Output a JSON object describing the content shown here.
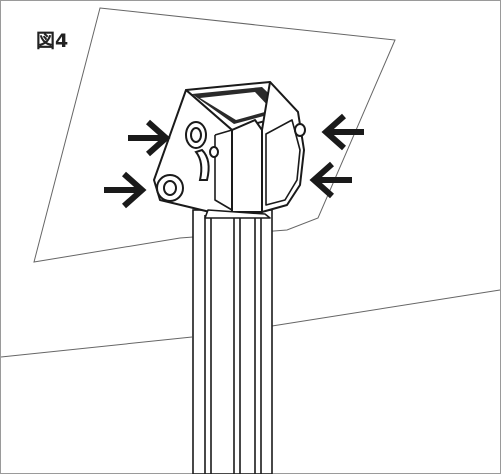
{
  "figure": {
    "label": "図4"
  },
  "colors": {
    "line": "#1a1a1a",
    "thin_line": "#555555",
    "background": "#ffffff",
    "arrow": "#1a1a1a"
  },
  "parts": {
    "left_arrows": 2,
    "right_arrows": 2,
    "knobs": [
      "upper-knob-icon",
      "lower-knob-icon"
    ]
  }
}
